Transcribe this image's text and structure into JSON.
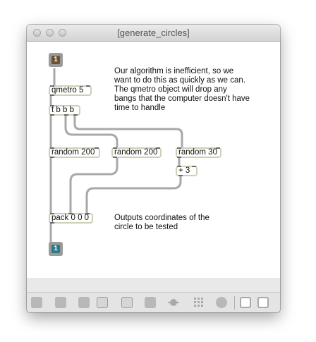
{
  "window": {
    "title": "[generate_circles]"
  },
  "patch": {
    "inlet": {
      "number": "1"
    },
    "outlet": {
      "number": "1"
    },
    "objects": {
      "qmetro": "qmetro 5",
      "trigger": "t b b b",
      "random1": "random 200",
      "random2": "random 200",
      "random3": "random 30",
      "plus": "+ 3",
      "pack": "pack 0 0 0"
    },
    "comments": {
      "algorithm": "Our algorithm is inefficient, so we\nwant to do this as quickly as we can.\nThe qmetro object will drop any\nbangs that the computer doesn't have\ntime to handle",
      "outputs": "Outputs coordinates of the\ncircle to be tested"
    }
  },
  "toolbar": {
    "icons": [
      "lock-icon",
      "presentation-icon",
      "wand-icon",
      "clear-icon",
      "debug-icon",
      "info-icon",
      "connect-icon",
      "grid-icon",
      "snap-icon",
      "left-pane-icon",
      "right-pane-icon"
    ]
  }
}
